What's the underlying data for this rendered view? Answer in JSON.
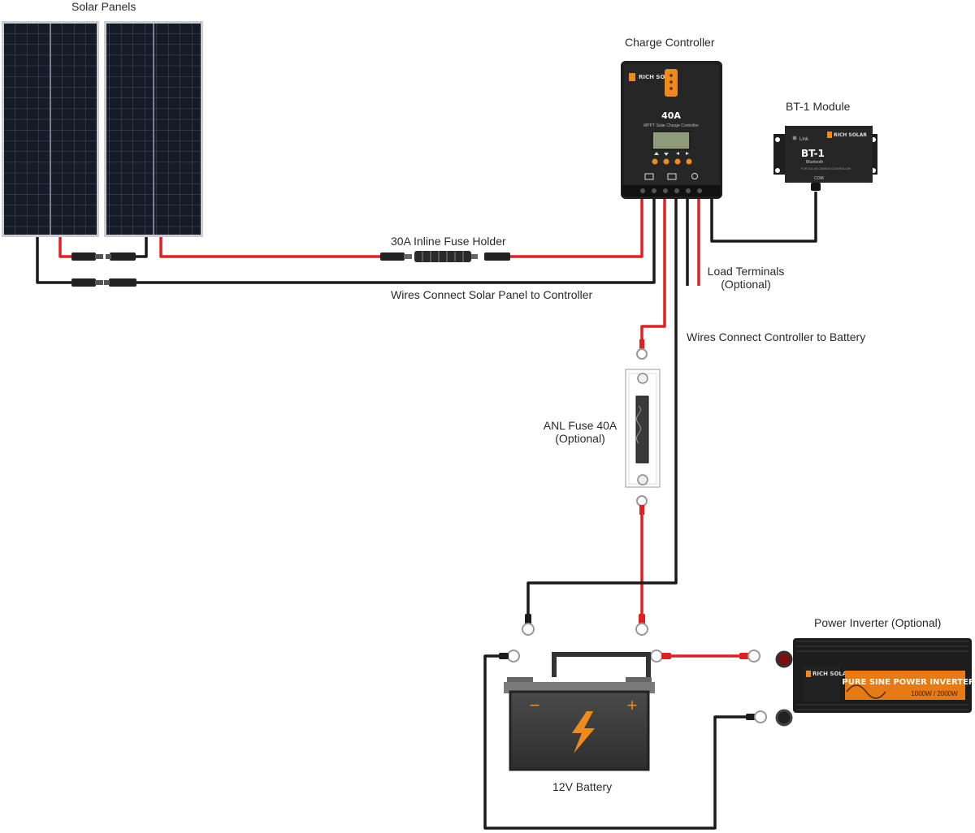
{
  "labels": {
    "solar_panels": "Solar Panels",
    "charge_controller": "Charge Controller",
    "bt1_module": "BT-1 Module",
    "inline_fuse": "30A Inline Fuse Holder",
    "wires_panel_controller": "Wires Connect Solar Panel to Controller",
    "load_terminals_line1": "Load Terminals",
    "load_terminals_line2": "(Optional)",
    "wires_controller_battery": "Wires Connect Controller to Battery",
    "anl_fuse_line1": "ANL Fuse 40A",
    "anl_fuse_line2": "(Optional)",
    "power_inverter": "Power Inverter (Optional)",
    "battery": "12V Battery"
  },
  "device_text": {
    "controller_brand": "RICH SOLAR",
    "controller_rating": "40A",
    "controller_model": "MPPT Solar Charge Controller",
    "bt1_brand": "RICH SOLAR",
    "bt1_link": "Link",
    "bt1_name": "BT-1",
    "bt1_bluetooth": "Bluetooth",
    "bt1_sub": "FOR SOLAR CHARGE CONTROLLER",
    "bt1_com": "COM",
    "inverter_brand": "RICH SOLAR",
    "inverter_title": "PURE SINE POWER INVERTER",
    "inverter_rating": "1000W / 2000W",
    "battery_minus": "−",
    "battery_plus": "+"
  },
  "colors": {
    "positive_wire": "#e02020",
    "negative_wire": "#1a1a1a",
    "accent_orange": "#f08a1c",
    "panel_dark": "#141a24",
    "device_body": "#222222"
  }
}
